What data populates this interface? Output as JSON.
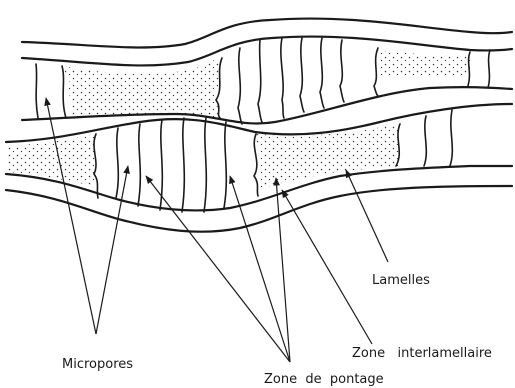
{
  "labels": {
    "lamelles": "Lamelles",
    "micropores": "Micropores",
    "zone_pontage": "Zone  de  pontage",
    "zone_interlamellaire": "Zone   interlamellaire"
  },
  "colors": {
    "ink": "#1a1a1a",
    "paper": "#ffffff"
  }
}
